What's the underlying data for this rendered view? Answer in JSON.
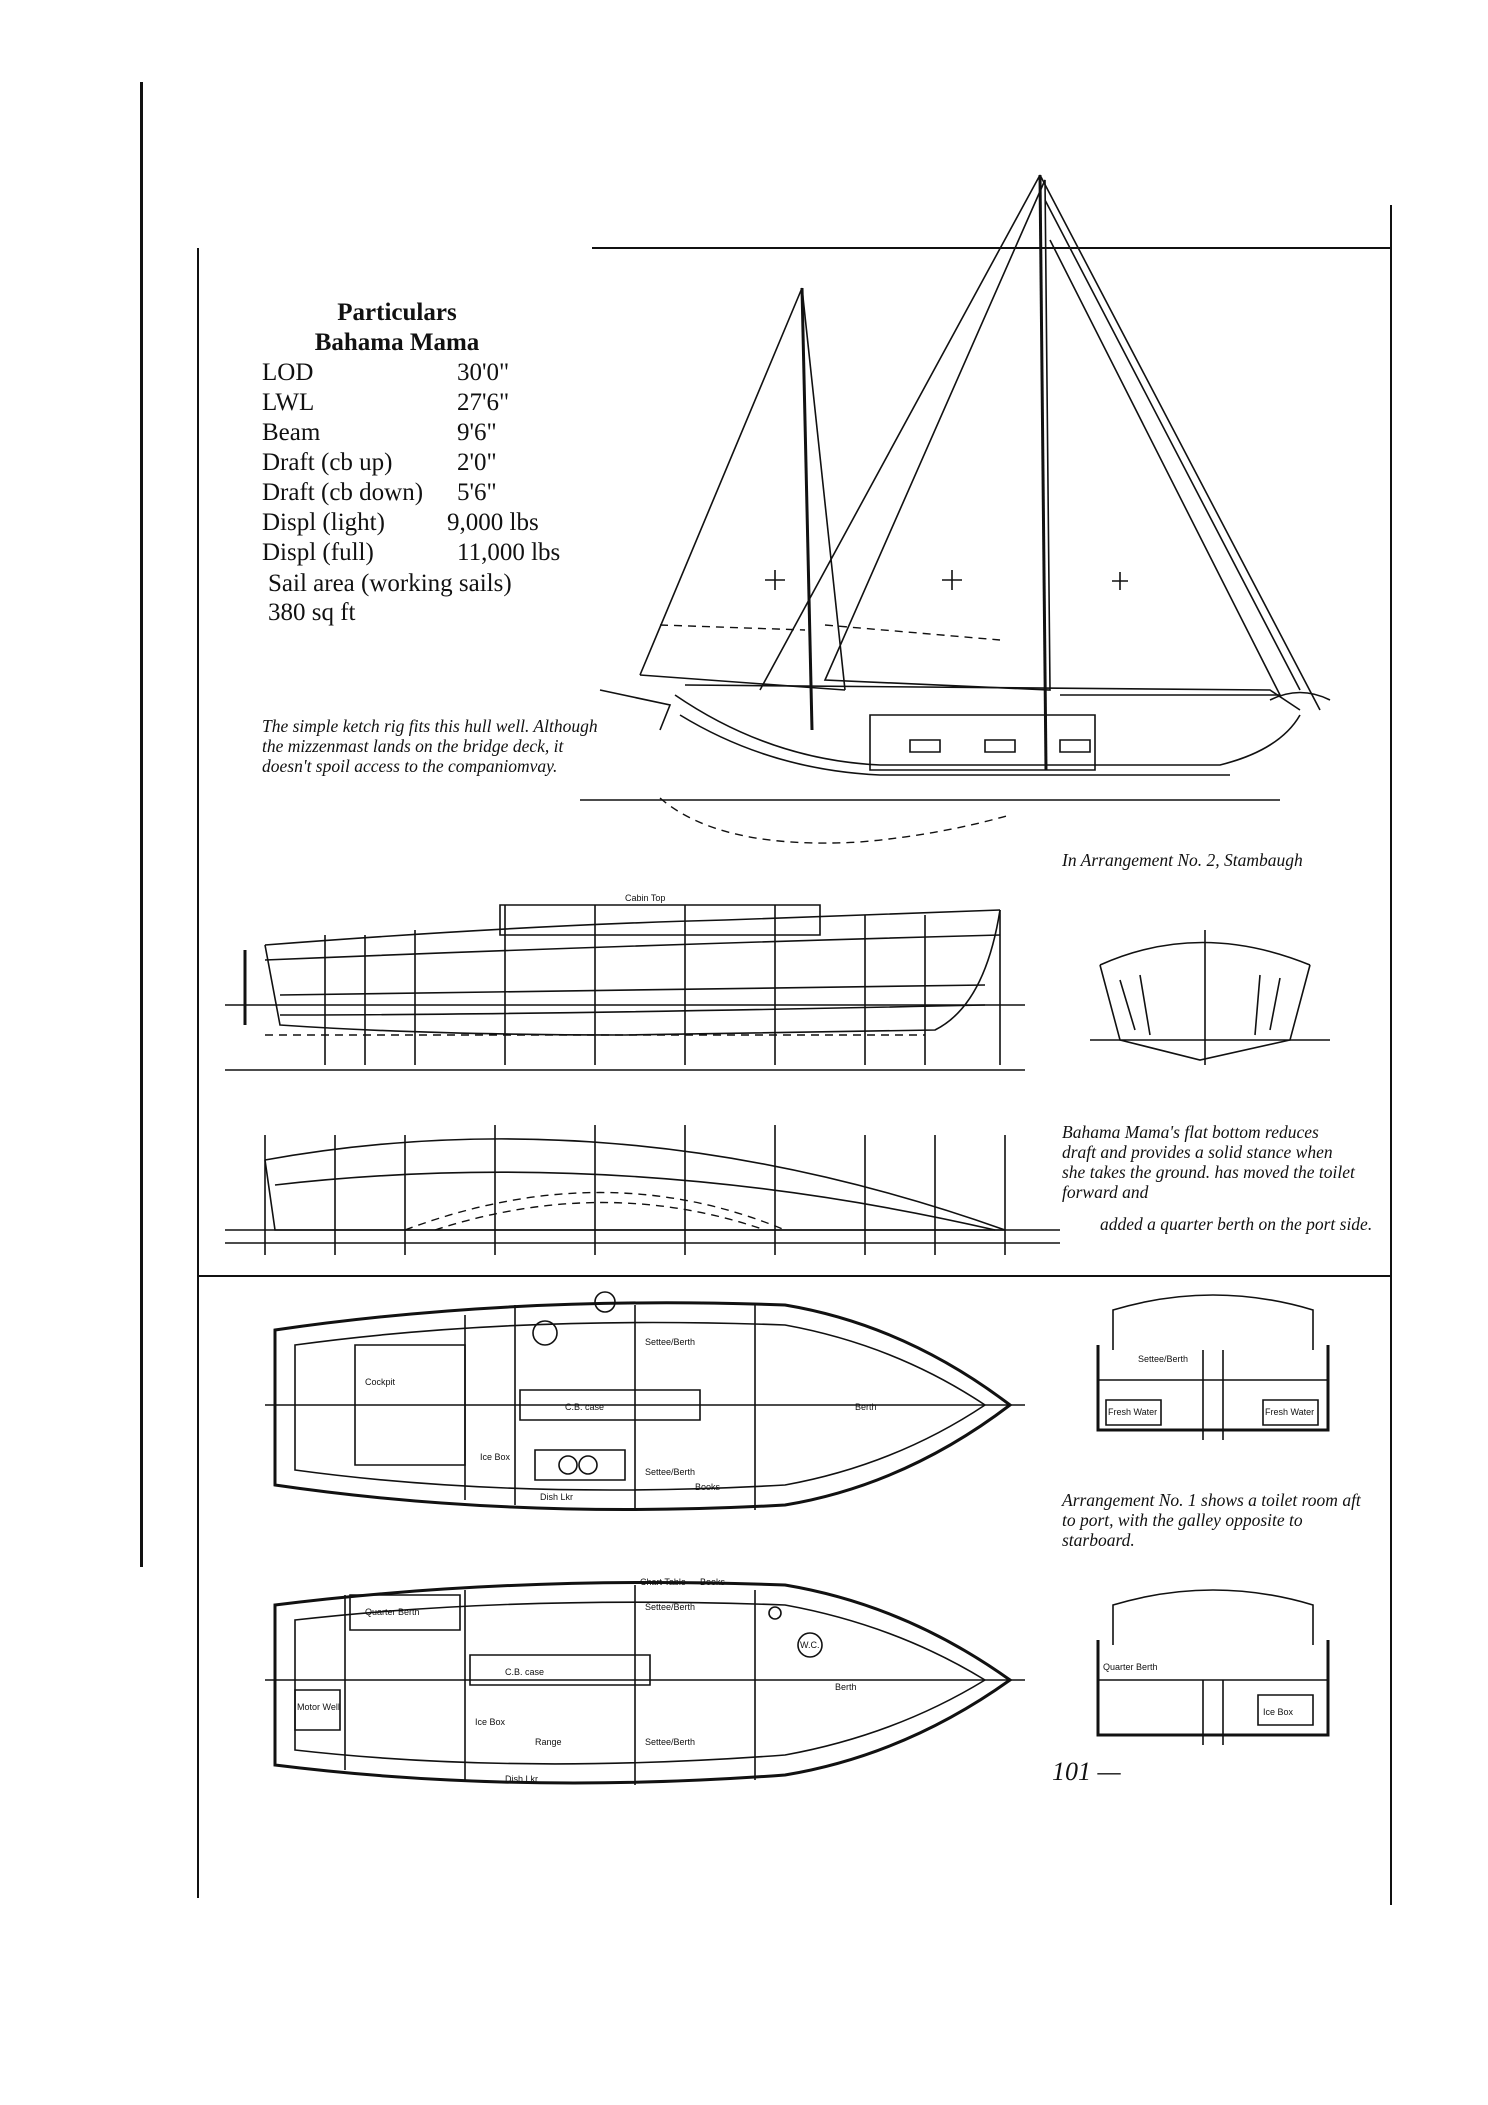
{
  "particulars": {
    "heading": "Particulars",
    "boat_name": "Bahama Mama",
    "specs": [
      {
        "label": "LOD",
        "value": "30'0\""
      },
      {
        "label": "LWL",
        "value": "27'6\""
      },
      {
        "label": "Beam",
        "value": "9'6\""
      },
      {
        "label": "Draft (cb up)",
        "value": "2'0\""
      },
      {
        "label": "Draft (cb down)",
        "value": "5'6\""
      },
      {
        "label": "Displ (light)",
        "value": "9,000 lbs"
      },
      {
        "label": "Displ (full)",
        "value": "11,000 lbs"
      }
    ],
    "sail_area_label": "Sail area (working sails)",
    "sail_area_value": "380 sq ft"
  },
  "captions": {
    "rig": "The simple ketch rig fits this hull well. Although the mizzenmast lands on the bridge deck, it doesn't spoil access to the companiomvay.",
    "arrangement_2": "In Arrangement No. 2, Stambaugh",
    "flat_bottom": "Bahama Mama's flat bottom reduces draft and provides a solid stance when she takes the ground. has moved the toilet forward and",
    "flat_bottom_cont": "added a quarter berth on the port side.",
    "arrangement_1": "Arrangement No. 1 shows a toilet room aft to port, with the galley opposite to starboard."
  },
  "page_number": "101 —",
  "drawing_labels": {
    "settee_berth": "Settee/Berth",
    "berth": "Berth",
    "cockpit": "Cockpit",
    "cb_case": "C.B. case",
    "ice_box": "Ice Box",
    "dish_lkr": "Dish Lkr",
    "quarter_berth": "Quarter Berth",
    "chart_table": "Chart Table",
    "books": "Books",
    "wc": "W.C.",
    "motor_well": "Motor Well",
    "range": "Range",
    "cabin_top": "Cabin Top",
    "water_tank": "Fresh Water"
  }
}
